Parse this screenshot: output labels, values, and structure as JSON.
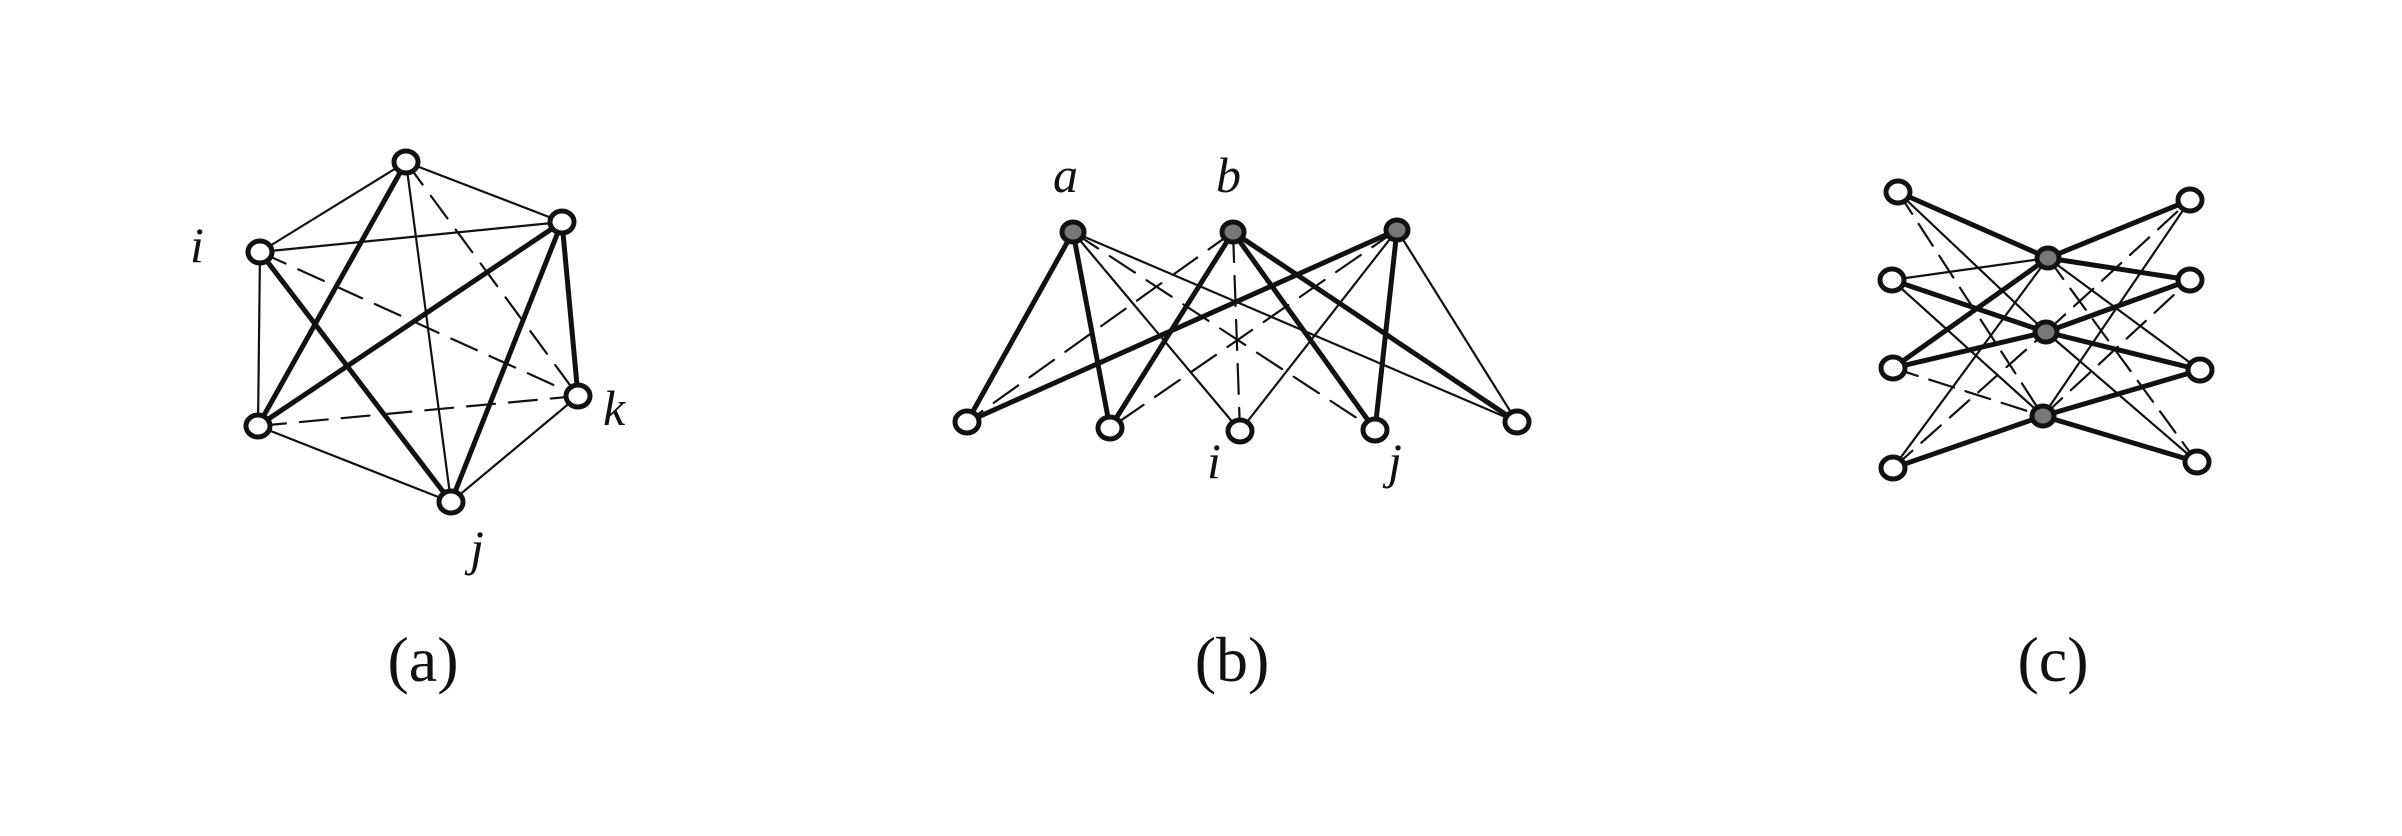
{
  "colors": {
    "ink": "#111111",
    "hub_fill": "#777777",
    "node_fill": "#ffffff"
  },
  "panels": [
    {
      "caption": "(a)",
      "vertex_labels": [
        "i",
        "k",
        "j"
      ]
    },
    {
      "caption": "(b)",
      "vertex_labels": [
        "a",
        "b",
        "i",
        "j"
      ]
    },
    {
      "caption": "(c)",
      "vertex_labels": []
    }
  ]
}
